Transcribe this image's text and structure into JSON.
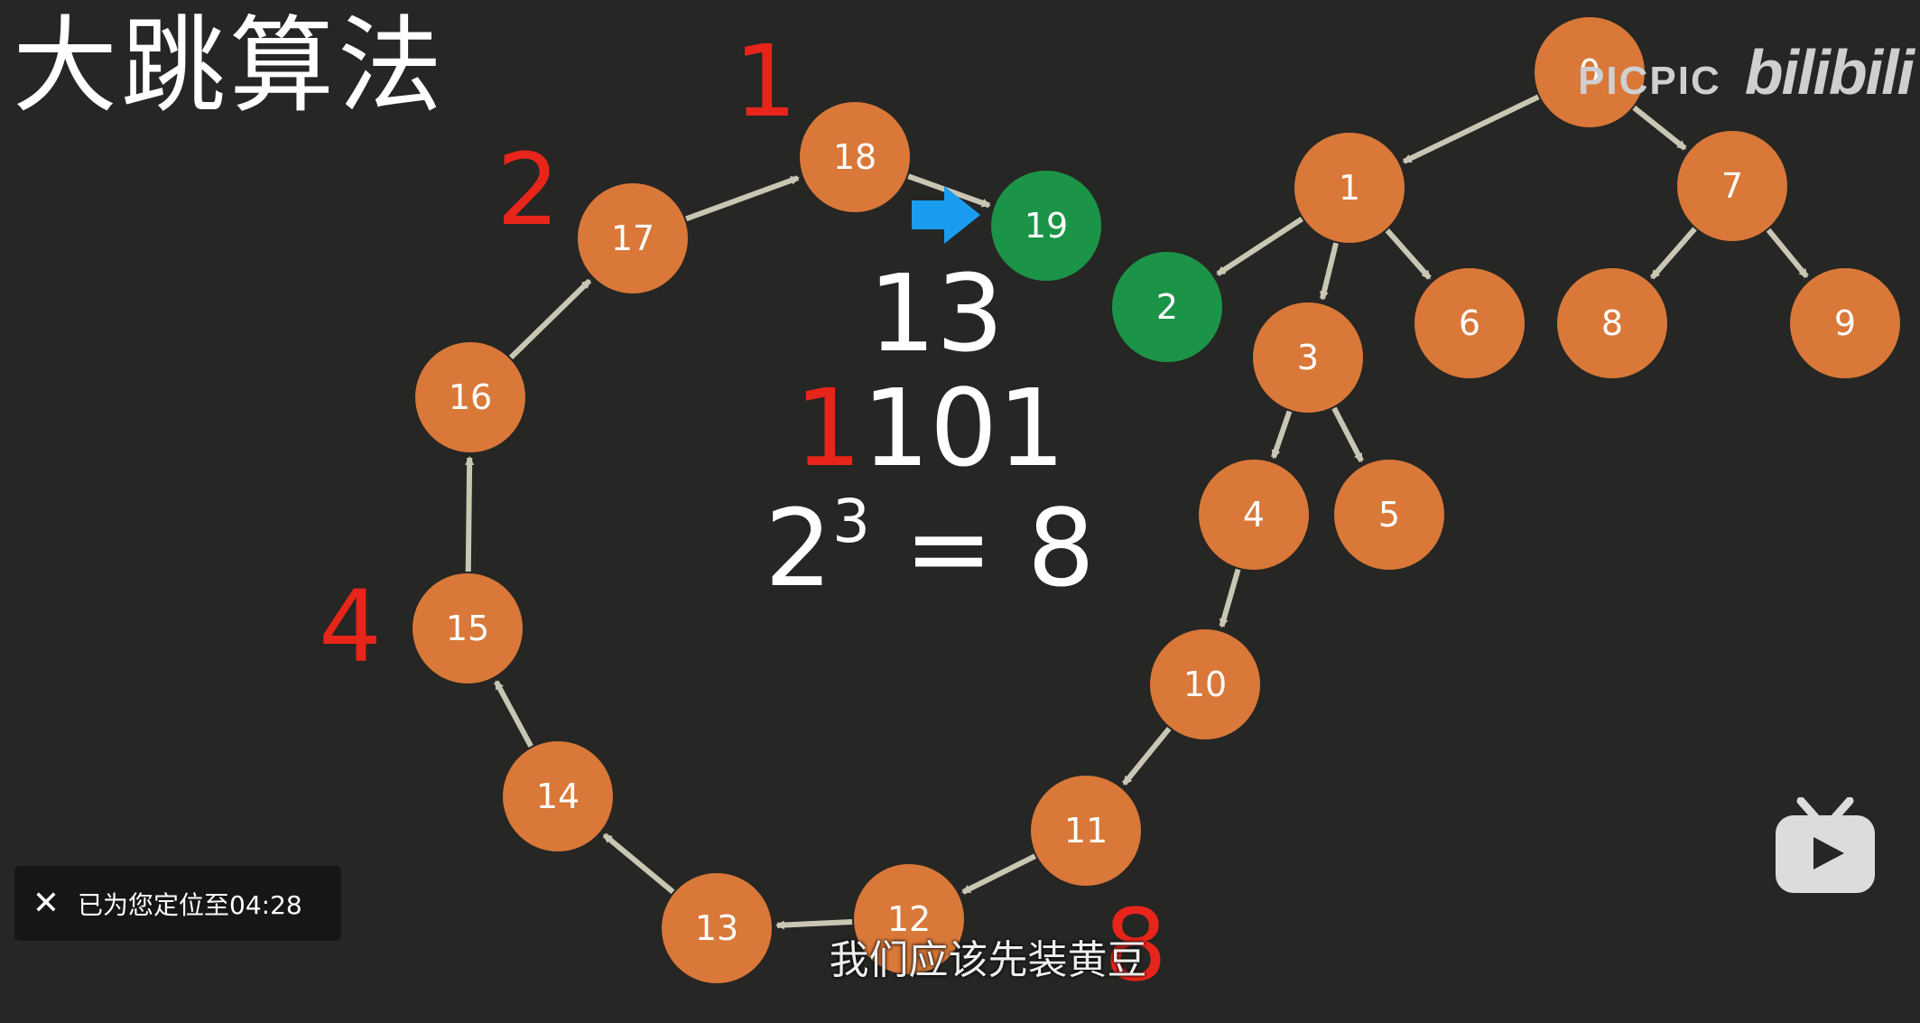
{
  "title": "大跳算法",
  "watermark": {
    "text": "PICPIC",
    "logo": "bilibili"
  },
  "diagram": {
    "node_colors": {
      "orange": "#d97838",
      "green": "#1b9447"
    },
    "arrow_color": "#c9c6b4",
    "highlight_arrow_color": "#1a9df0",
    "nodes": [
      {
        "label": "0",
        "color": "orange"
      },
      {
        "label": "1",
        "color": "orange"
      },
      {
        "label": "7",
        "color": "orange"
      },
      {
        "label": "2",
        "color": "green"
      },
      {
        "label": "3",
        "color": "orange"
      },
      {
        "label": "6",
        "color": "orange"
      },
      {
        "label": "8",
        "color": "orange"
      },
      {
        "label": "9",
        "color": "orange"
      },
      {
        "label": "4",
        "color": "orange"
      },
      {
        "label": "5",
        "color": "orange"
      },
      {
        "label": "10",
        "color": "orange"
      },
      {
        "label": "11",
        "color": "orange"
      },
      {
        "label": "12",
        "color": "orange"
      },
      {
        "label": "13",
        "color": "orange"
      },
      {
        "label": "14",
        "color": "orange"
      },
      {
        "label": "15",
        "color": "orange"
      },
      {
        "label": "16",
        "color": "orange"
      },
      {
        "label": "17",
        "color": "orange"
      },
      {
        "label": "18",
        "color": "orange"
      },
      {
        "label": "19",
        "color": "green"
      }
    ],
    "edges": [
      [
        "0",
        "1"
      ],
      [
        "0",
        "7"
      ],
      [
        "1",
        "2"
      ],
      [
        "1",
        "3"
      ],
      [
        "1",
        "6"
      ],
      [
        "7",
        "8"
      ],
      [
        "7",
        "9"
      ],
      [
        "3",
        "4"
      ],
      [
        "3",
        "5"
      ],
      [
        "4",
        "10"
      ],
      [
        "10",
        "11"
      ],
      [
        "11",
        "12"
      ],
      [
        "12",
        "13"
      ],
      [
        "13",
        "14"
      ],
      [
        "14",
        "15"
      ],
      [
        "15",
        "16"
      ],
      [
        "16",
        "17"
      ],
      [
        "17",
        "18"
      ],
      [
        "18",
        "19"
      ]
    ],
    "jump_labels": [
      "1",
      "2",
      "4",
      "8"
    ],
    "center_text": {
      "number": "13",
      "binary_highlight": "1",
      "binary_rest": "101",
      "power_base": "2",
      "power_exp": "3",
      "power_result": " = 8"
    }
  },
  "toast": {
    "close_icon": "close-icon",
    "text": "已为您定位至04:28"
  },
  "subtitle": "我们应该先装黄豆",
  "play_icon": "tv-play-icon"
}
